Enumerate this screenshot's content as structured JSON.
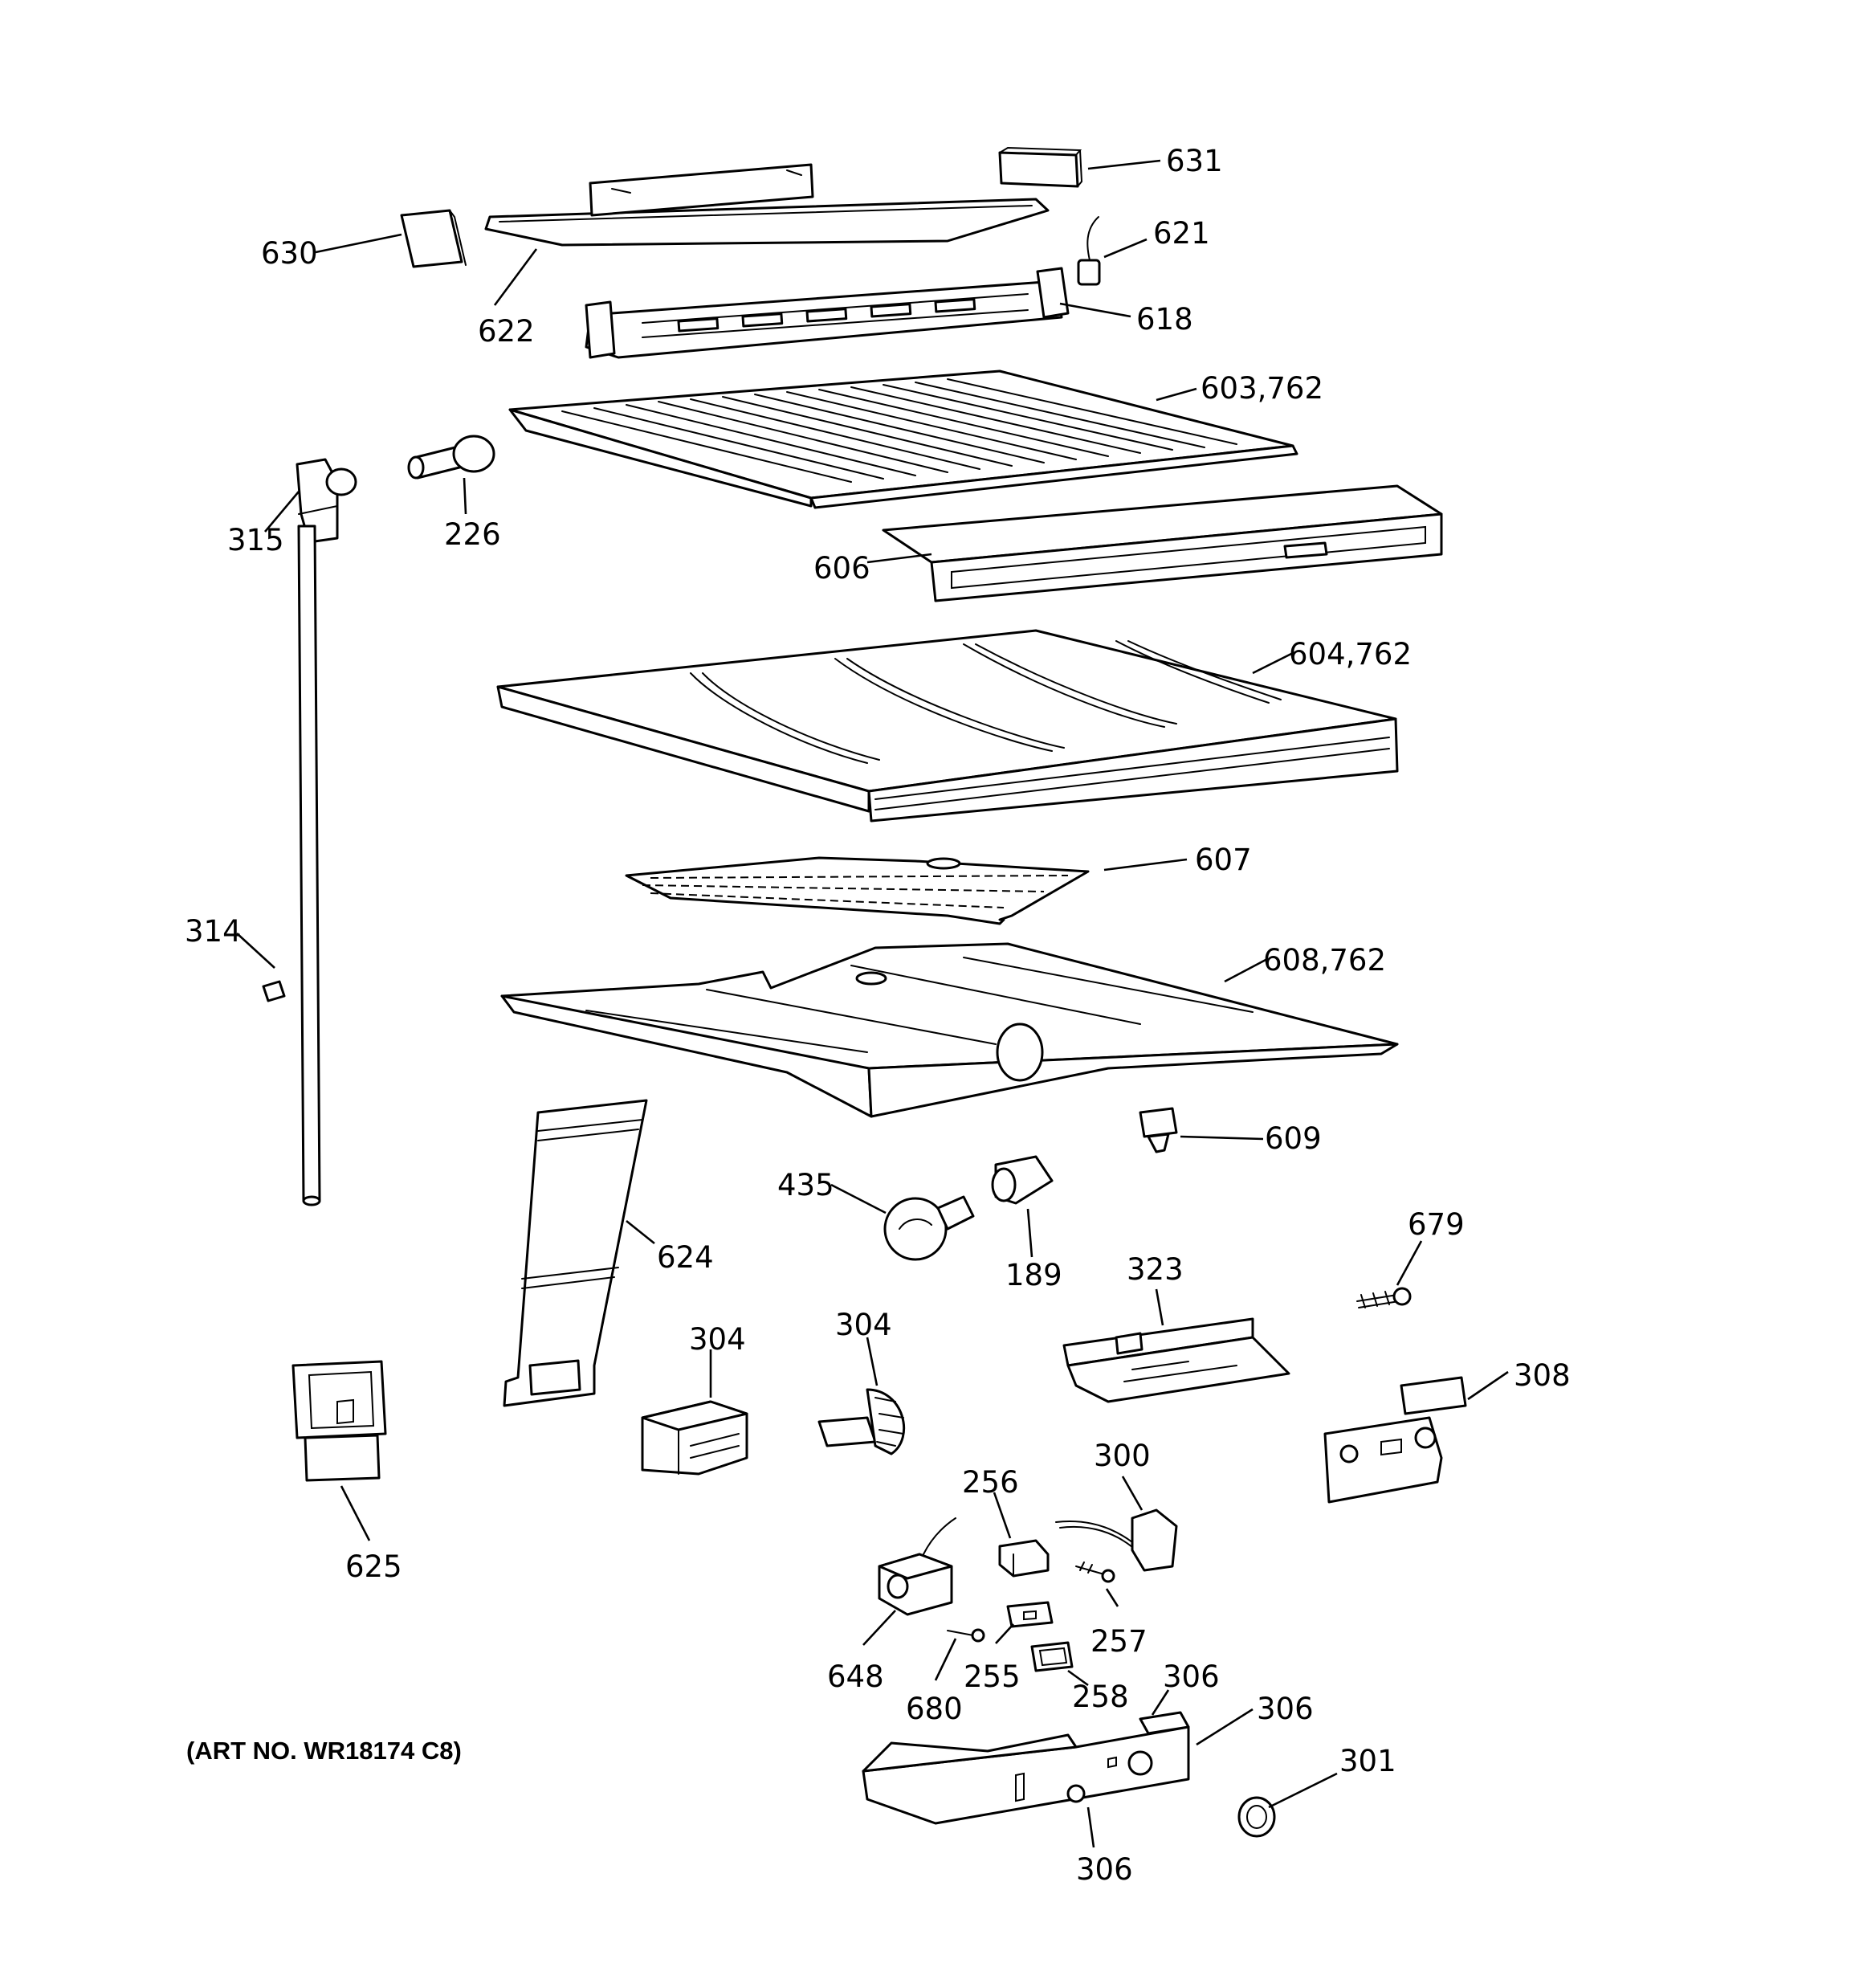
{
  "diagram": {
    "caption": "(ART NO. WR18174 C8)",
    "callouts": {
      "c631": "631",
      "c630": "630",
      "c621": "621",
      "c622": "622",
      "c618": "618",
      "c603_762": "603,762",
      "c315": "315",
      "c226": "226",
      "c606": "606",
      "c604_762": "604,762",
      "c607": "607",
      "c314": "314",
      "c608_762": "608,762",
      "c609": "609",
      "c435": "435",
      "c189": "189",
      "c624": "624",
      "c679": "679",
      "c323": "323",
      "c304a": "304",
      "c304b": "304",
      "c308": "308",
      "c625": "625",
      "c256": "256",
      "c300": "300",
      "c257": "257",
      "c648": "648",
      "c255": "255",
      "c680": "680",
      "c258": "258",
      "c306a": "306",
      "c306b": "306",
      "c301": "301",
      "c306c": "306"
    }
  }
}
